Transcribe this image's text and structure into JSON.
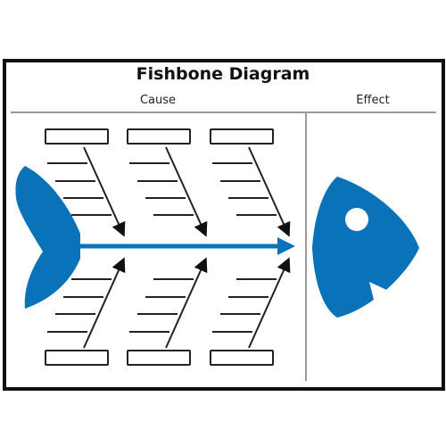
{
  "title": "Fishbone Diagram",
  "columns": {
    "cause": "Cause",
    "effect": "Effect"
  },
  "colors": {
    "fish": "#0a72b8",
    "line": "#222222",
    "divider": "#9a9a9a",
    "frame": "#111111"
  },
  "cause_boxes": {
    "top": [
      "",
      "",
      ""
    ],
    "bottom": [
      "",
      "",
      ""
    ]
  }
}
